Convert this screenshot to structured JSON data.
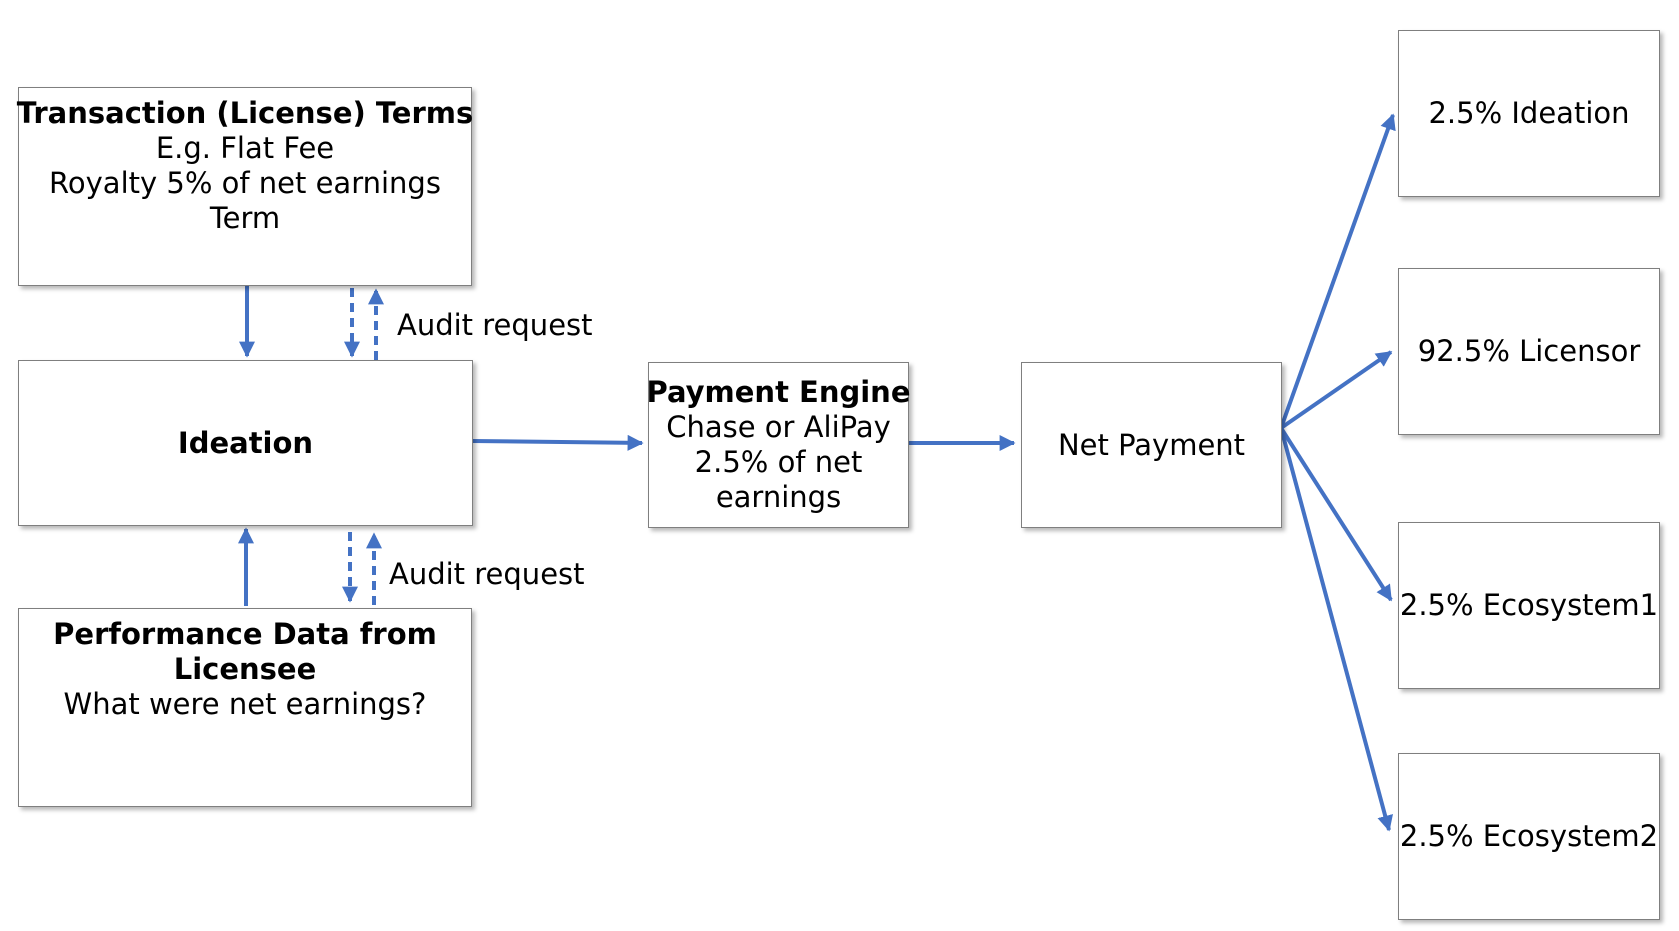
{
  "diagram": {
    "colors": {
      "arrow": "#4472c4",
      "box_border": "#7f7f7f"
    },
    "nodes": {
      "terms": {
        "title": "Transaction (License) Terms",
        "lines": [
          "E.g. Flat Fee",
          "Royalty 5% of net earnings",
          "Term"
        ]
      },
      "ideation": {
        "title": "Ideation"
      },
      "performance": {
        "title_lines": [
          "Performance Data from",
          "Licensee"
        ],
        "lines": [
          "What were net earnings?"
        ]
      },
      "payment_engine": {
        "title": "Payment Engine",
        "lines": [
          "Chase or AliPay",
          "2.5% of net",
          "earnings"
        ]
      },
      "net_payment": {
        "label": "Net Payment"
      },
      "split_ideation": {
        "label": "2.5% Ideation"
      },
      "split_licensor": {
        "label": "92.5% Licensor"
      },
      "split_ecosystem1": {
        "label": "2.5% Ecosystem1"
      },
      "split_ecosystem2": {
        "label": "2.5% Ecosystem2"
      }
    },
    "edge_labels": {
      "audit_top": "Audit request",
      "audit_bottom": "Audit request"
    }
  }
}
